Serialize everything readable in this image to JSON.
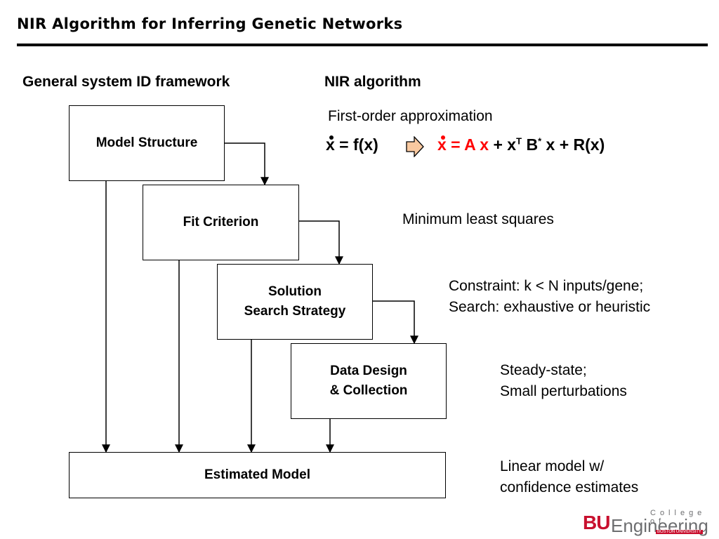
{
  "title": "NIR Algorithm for Inferring Genetic Networks",
  "columns": {
    "left": "General system ID framework",
    "right": "NIR algorithm"
  },
  "boxes": {
    "model_structure": "Model Structure",
    "fit_criterion": "Fit Criterion",
    "solution_line1": "Solution",
    "solution_line2": "Search Strategy",
    "data_line1": "Data Design",
    "data_line2": "& Collection",
    "estimated_model": "Estimated Model"
  },
  "notes": {
    "first_order": "First-order approximation",
    "least_squares": "Minimum least squares",
    "constraint": "Constraint: k < N inputs/gene;",
    "search": "Search: exhaustive or heuristic",
    "steady_state": "Steady-state;",
    "perturbations": "Small perturbations",
    "linear_model": "Linear model w/",
    "confidence": "confidence estimates"
  },
  "equation": {
    "lhs_x": "x",
    "lhs_rest": " = f(x)",
    "rhs_red": "x = A x",
    "rhs_plus1": " + x",
    "sup_T": "T",
    "rhs_B": " B",
    "sup_star": "*",
    "rhs_tail": " x + R(x)"
  },
  "logo": {
    "bu": "BU",
    "engineering": "Engineering",
    "college": "College of",
    "university": "BOSTON UNIVERSITY"
  },
  "colors": {
    "red": "#ff0000",
    "arrow_fill": "#f9c9a0",
    "brand_red": "#c8102e"
  }
}
